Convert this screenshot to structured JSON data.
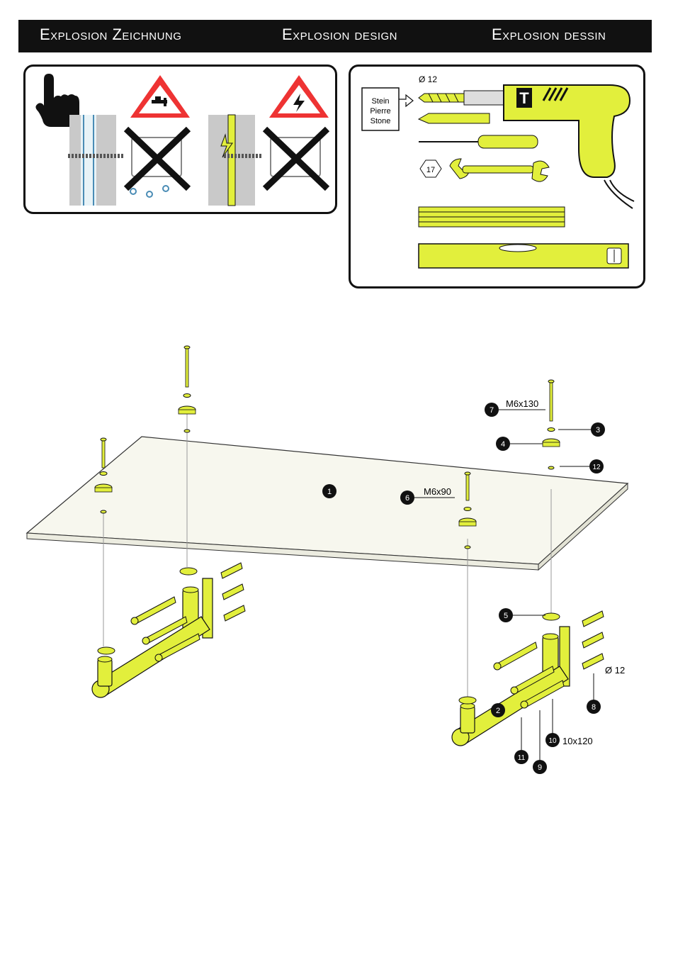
{
  "header": {
    "title_de": "Explosion Zeichnung",
    "title_en": "Explosion design",
    "title_fr": "Explosion dessin"
  },
  "tools": {
    "material_label": [
      "Stein",
      "Pierre",
      "Stone"
    ],
    "drill_size": "Ø 12",
    "wrench_size": "17",
    "drill_badge": "T"
  },
  "parts": {
    "p1": "1",
    "p2": "2",
    "p3": "3",
    "p4": "4",
    "p5": "5",
    "p6": "6",
    "p7": "7",
    "p8": "8",
    "p9": "9",
    "p10": "10",
    "p11": "11",
    "p12": "12",
    "bolt_long": "M6x130",
    "bolt_short": "M6x90",
    "screw_size": "10x120",
    "dowel_size": "Ø 12"
  },
  "colors": {
    "accent": "#e2ef3c",
    "ink": "#111111",
    "glass": "#f7f7ee"
  }
}
